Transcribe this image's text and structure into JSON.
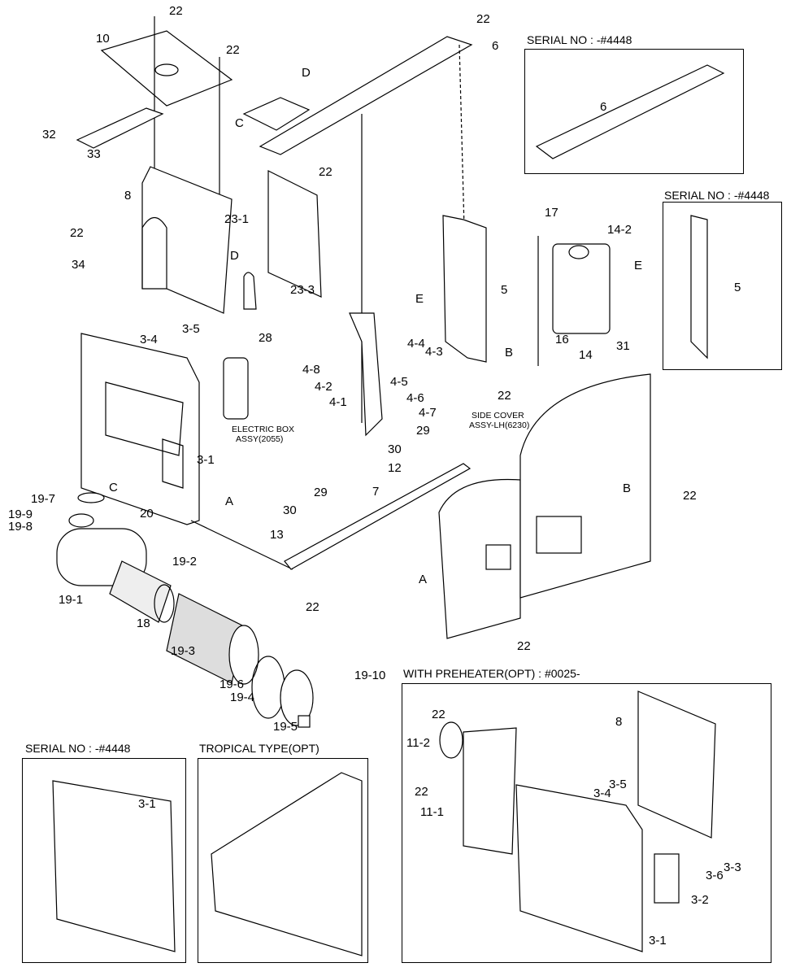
{
  "panels": {
    "serial_top": "SERIAL NO : -#4448",
    "serial_right": "SERIAL NO : -#4448",
    "serial_bottom": "SERIAL NO : -#4448",
    "tropical": "TROPICAL TYPE(OPT)",
    "preheater": "WITH PREHEATER(OPT) : #0025-"
  },
  "callouts": [
    "22",
    "10",
    "22",
    "22",
    "6",
    "D",
    "C",
    "32",
    "33",
    "22",
    "8",
    "23-1",
    "22",
    "34",
    "D",
    "23-3",
    "E",
    "5",
    "3-5",
    "3-4",
    "28",
    "4-4",
    "4-3",
    "B",
    "4-8",
    "4-2",
    "4-5",
    "4-1",
    "4-6",
    "4-7",
    "22",
    "29",
    "30",
    "12",
    "ELECTRIC BOX",
    "ASSY(2055)",
    "SIDE COVER",
    "ASSY-LH(6230)",
    "3-1",
    "A",
    "7",
    "B",
    "22",
    "19-7",
    "C",
    "20",
    "29",
    "30",
    "19-9",
    "19-8",
    "13",
    "19-2",
    "A",
    "19-1",
    "22",
    "18",
    "22",
    "19-3",
    "19-6",
    "19-10",
    "19-4",
    "19-5",
    "17",
    "14-2",
    "E",
    "16",
    "14",
    "31",
    "6",
    "5",
    "3-1",
    "8",
    "22",
    "11-2",
    "22",
    "11-1",
    "3-5",
    "3-4",
    "3-3",
    "3-6",
    "3-2",
    "3-1"
  ]
}
